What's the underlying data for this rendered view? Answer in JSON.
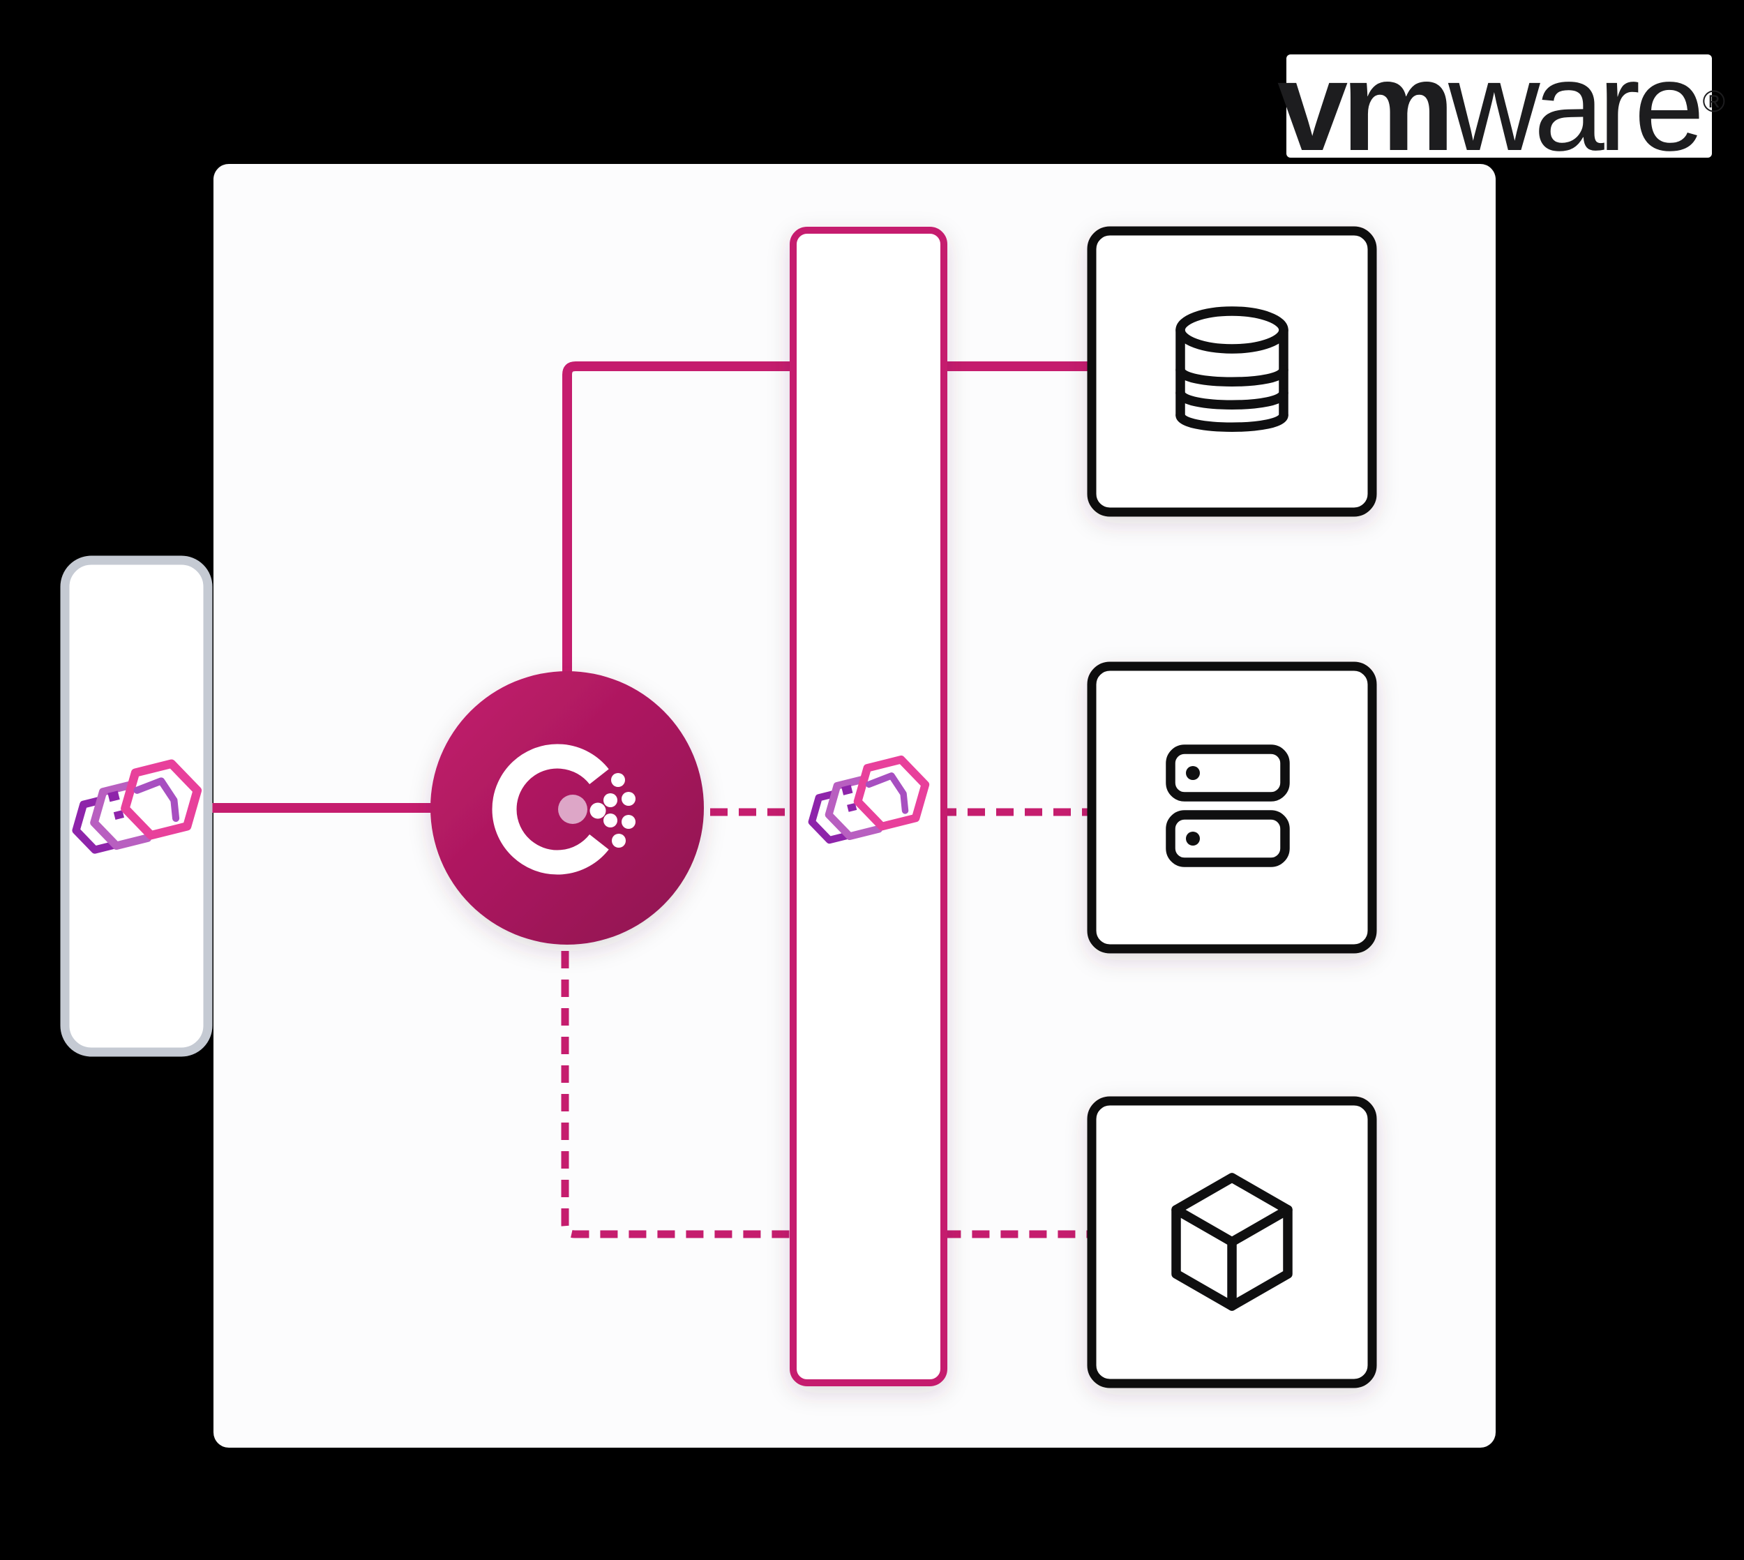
{
  "logo": {
    "bold": "vm",
    "light": "ware",
    "registered": "®"
  },
  "diagram": {
    "description": "Service-mesh architecture: external hexagon-cluster workload connects to Consul, which routes through a gateway rectangle to database, servers and container nodes",
    "nodes": [
      {
        "id": "external-workload",
        "icon": "hexagon-cluster-icon",
        "shape": "pill"
      },
      {
        "id": "consul",
        "icon": "consul-logo",
        "shape": "circle"
      },
      {
        "id": "gateway",
        "icon": "hexagon-cluster-icon",
        "shape": "tall-rectangle"
      },
      {
        "id": "database",
        "icon": "database-icon",
        "shape": "square"
      },
      {
        "id": "servers",
        "icon": "server-icon",
        "shape": "square"
      },
      {
        "id": "container",
        "icon": "cube-icon",
        "shape": "square"
      }
    ],
    "edges": [
      {
        "from": "external-workload",
        "to": "consul",
        "style": "solid"
      },
      {
        "from": "consul",
        "to": "database",
        "style": "solid"
      },
      {
        "from": "consul",
        "to": "servers",
        "style": "dashed"
      },
      {
        "from": "consul",
        "to": "container",
        "style": "dashed"
      }
    ]
  },
  "theme": {
    "bg": "#000000",
    "panel": "#fcfcfd",
    "node_fill": "#ffffff",
    "ink": "#0f0f10",
    "pink": "#c51d6e",
    "pill_border": "#c5cad3",
    "circle_grad_start": "#c41e6c",
    "circle_grad_end": "#8e1150",
    "consul_dot": "#dda6c7",
    "hex_purple": "#8e24aa",
    "hex_orchid": "#b85fc0",
    "hex_pink": "#e8409b",
    "hex_inner": "#a74fc0",
    "logo_ink": "#1d1d1f"
  }
}
